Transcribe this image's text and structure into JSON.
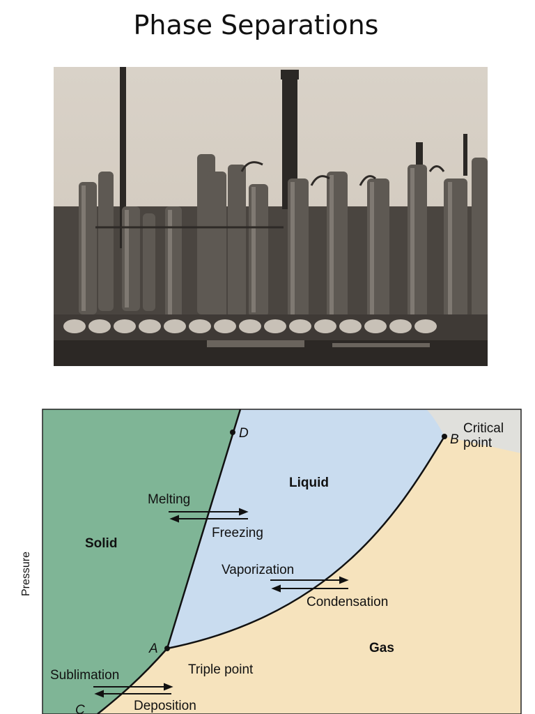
{
  "slide": {
    "title": "Phase Separations"
  },
  "photo": {
    "subject": "industrial refinery distillation columns",
    "tone": "sepia"
  },
  "diagram": {
    "y_axis_label": "Pressure",
    "regions": {
      "solid": "Solid",
      "liquid": "Liquid",
      "gas": "Gas"
    },
    "points": {
      "a": "A",
      "b": "B",
      "c": "C",
      "d": "D"
    },
    "critical_point_line1": "Critical",
    "critical_point_line2": "point",
    "triple_point": "Triple point",
    "transitions": {
      "melting": "Melting",
      "freezing": "Freezing",
      "vaporization": "Vaporization",
      "condensation": "Condensation",
      "sublimation": "Sublimation",
      "deposition": "Deposition"
    },
    "colors": {
      "solid": "#7fb596",
      "liquid": "#c9dcef",
      "gas": "#f6e3bd",
      "supercritical": "#e0e0dc",
      "curve": "#111111"
    }
  }
}
